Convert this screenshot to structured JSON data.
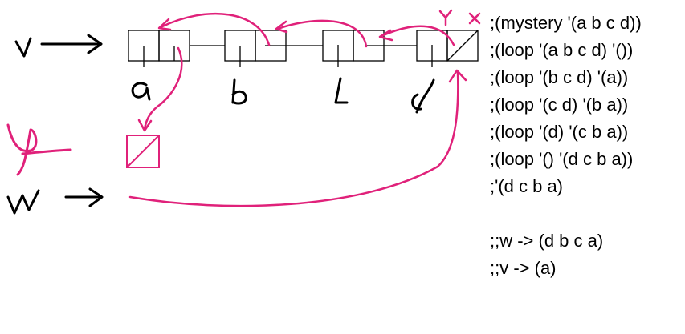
{
  "code_lines": [
    ";(mystery '(a b c d))",
    ";(loop '(a b c d) '())",
    ";(loop '(b c d) '(a))",
    ";(loop '(c d) '(b a))",
    ";(loop '(d) '(c b a))",
    ";(loop '() '(d c b a))",
    ";'(d c b a)"
  ],
  "notes": [
    ";;w -> (d b c a)",
    ";;v -> (a)"
  ],
  "colors": {
    "ink": "#000000",
    "annotation": "#e0217a",
    "background": "#ffffff"
  }
}
